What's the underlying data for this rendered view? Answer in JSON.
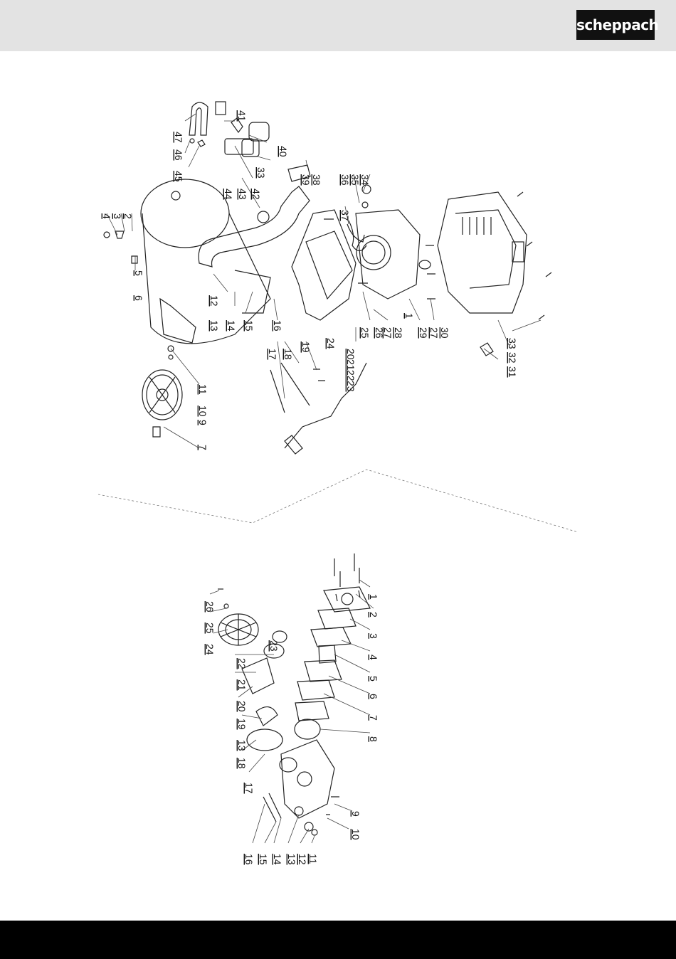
{
  "brand": {
    "logo_text": "scheppach"
  },
  "upper_diagram": {
    "labels": [
      "1",
      "2",
      "3",
      "4",
      "5",
      "6",
      "7",
      "9",
      "10",
      "11",
      "12",
      "13",
      "14",
      "15",
      "16",
      "17",
      "18",
      "19",
      "20",
      "21",
      "22",
      "23",
      "24",
      "25",
      "26",
      "27",
      "28",
      "29",
      "27",
      "30",
      "31",
      "32",
      "33",
      "33",
      "34",
      "35",
      "36",
      "37",
      "38",
      "39",
      "40",
      "41",
      "42",
      "43",
      "44",
      "45",
      "46",
      "47"
    ]
  },
  "lower_diagram": {
    "labels": [
      "1",
      "2",
      "3",
      "4",
      "5",
      "6",
      "7",
      "8",
      "9",
      "10",
      "11",
      "12",
      "13",
      "14",
      "15",
      "16",
      "17",
      "18",
      "13",
      "19",
      "20",
      "21",
      "22",
      "23",
      "24",
      "25",
      "26"
    ]
  }
}
